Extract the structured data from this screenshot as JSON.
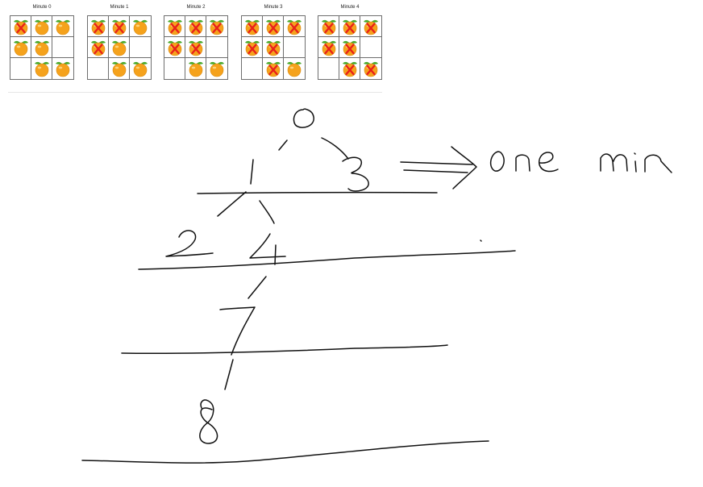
{
  "panels": [
    {
      "title": "Minute 0",
      "cells": [
        [
          "rotten",
          "fresh",
          "fresh"
        ],
        [
          "fresh",
          "fresh",
          "empty"
        ],
        [
          "empty",
          "fresh",
          "fresh"
        ]
      ]
    },
    {
      "title": "Minute 1",
      "cells": [
        [
          "rotten",
          "rotten",
          "fresh"
        ],
        [
          "rotten",
          "fresh",
          "empty"
        ],
        [
          "empty",
          "fresh",
          "fresh"
        ]
      ]
    },
    {
      "title": "Minute 2",
      "cells": [
        [
          "rotten",
          "rotten",
          "rotten"
        ],
        [
          "rotten",
          "rotten",
          "empty"
        ],
        [
          "empty",
          "fresh",
          "fresh"
        ]
      ]
    },
    {
      "title": "Minute 3",
      "cells": [
        [
          "rotten",
          "rotten",
          "rotten"
        ],
        [
          "rotten",
          "rotten",
          "empty"
        ],
        [
          "empty",
          "rotten",
          "fresh"
        ]
      ]
    },
    {
      "title": "Minute 4",
      "cells": [
        [
          "rotten",
          "rotten",
          "rotten"
        ],
        [
          "rotten",
          "rotten",
          "empty"
        ],
        [
          "empty",
          "rotten",
          "rotten"
        ]
      ]
    }
  ],
  "colors": {
    "orange": "#f5a21c",
    "leaf": "#4caa2c",
    "rot_mark": "#e8201a",
    "ink": "#111111"
  },
  "sketch": {
    "numbers": [
      "0",
      "1",
      "3",
      "2",
      "4",
      "7",
      "8"
    ],
    "annotation": "one min"
  }
}
